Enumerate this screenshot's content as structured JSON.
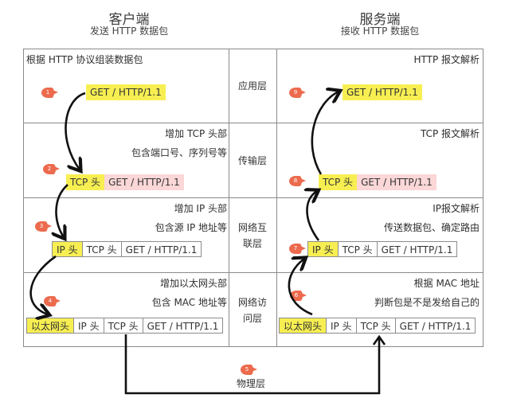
{
  "client": {
    "title": "客户端",
    "subtitle": "发送 HTTP 数据包",
    "rows": [
      {
        "desc": [
          "根据 HTTP 协议组装数据包"
        ],
        "marker": "1",
        "packet": [
          {
            "text": "GET / HTTP/1.1",
            "style": "yellow"
          }
        ]
      },
      {
        "desc": [
          "增加 TCP 头部",
          "包含端口号、序列号等"
        ],
        "marker": "2",
        "packet": [
          {
            "text": "TCP 头",
            "style": "yellow"
          },
          {
            "text": "GET / HTTP/1.1",
            "style": "pink"
          }
        ]
      },
      {
        "desc": [
          "增加 IP 头部",
          "包含源 IP 地址等"
        ],
        "marker": "3",
        "packet": [
          {
            "text": "IP 头",
            "style": "yellow"
          },
          {
            "text": "TCP 头",
            "style": "plain"
          },
          {
            "text": "GET / HTTP/1.1",
            "style": "plain"
          }
        ]
      },
      {
        "desc": [
          "增加以太网头部",
          "包含 MAC 地址等"
        ],
        "marker": "4",
        "packet": [
          {
            "text": "以太网头",
            "style": "yellow"
          },
          {
            "text": "IP 头",
            "style": "plain"
          },
          {
            "text": "TCP 头",
            "style": "plain"
          },
          {
            "text": "GET / HTTP/1.1",
            "style": "plain"
          }
        ]
      }
    ]
  },
  "server": {
    "title": "服务端",
    "subtitle": "接收 HTTP 数据包",
    "rows": [
      {
        "desc": [
          "HTTP 报文解析"
        ],
        "marker": "9",
        "packet": [
          {
            "text": "GET / HTTP/1.1",
            "style": "yellow"
          }
        ]
      },
      {
        "desc": [
          "TCP 报文解析"
        ],
        "marker": "8",
        "packet": [
          {
            "text": "TCP 头",
            "style": "yellow"
          },
          {
            "text": "GET / HTTP/1.1",
            "style": "pink"
          }
        ]
      },
      {
        "desc": [
          "IP报文解析",
          "传送数据包、确定路由"
        ],
        "marker": "7",
        "packet": [
          {
            "text": "IP 头",
            "style": "yellow"
          },
          {
            "text": "TCP 头",
            "style": "plain"
          },
          {
            "text": "GET / HTTP/1.1",
            "style": "plain"
          }
        ]
      },
      {
        "desc": [
          "根据 MAC 地址",
          "判断包是不是发给自己的"
        ],
        "marker": "6",
        "packet": [
          {
            "text": "以太网头",
            "style": "yellow"
          },
          {
            "text": "IP 头",
            "style": "plain"
          },
          {
            "text": "TCP 头",
            "style": "plain"
          },
          {
            "text": "GET / HTTP/1.1",
            "style": "plain"
          }
        ]
      }
    ]
  },
  "layers": [
    {
      "label": "应用层"
    },
    {
      "label": "传输层"
    },
    {
      "label": "网络互\n联层",
      "line1": "网络互",
      "line2": "联层"
    },
    {
      "label": "网络访\n问层",
      "line1": "网络访",
      "line2": "问层"
    }
  ],
  "physical": {
    "label": "物理层",
    "marker": "5"
  },
  "colors": {
    "highlight_yellow": "#f7ef52",
    "payload_pink": "#fbd7d7",
    "marker_red": "#ec6a4d",
    "grid": "#8a8a8a"
  }
}
